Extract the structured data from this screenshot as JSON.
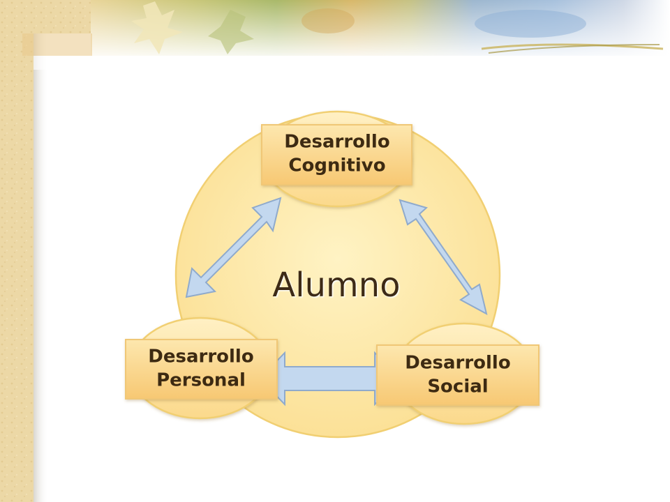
{
  "diagram": {
    "center_label": "Alumno",
    "nodes": {
      "top": {
        "line1": "Desarrollo",
        "line2": "Cognitivo"
      },
      "left": {
        "line1": "Desarrollo",
        "line2": "Personal"
      },
      "right": {
        "line1": "Desarrollo",
        "line2": "Social"
      }
    }
  },
  "colors": {
    "parchment": "#ecd9a8",
    "circle_fill": "#fce6a0",
    "circle_stroke": "#f3d77d",
    "box_fill": "#fbd88a",
    "arrow_fill": "#c3d8ef",
    "arrow_stroke": "#8faacc",
    "text": "#3d2a12"
  }
}
